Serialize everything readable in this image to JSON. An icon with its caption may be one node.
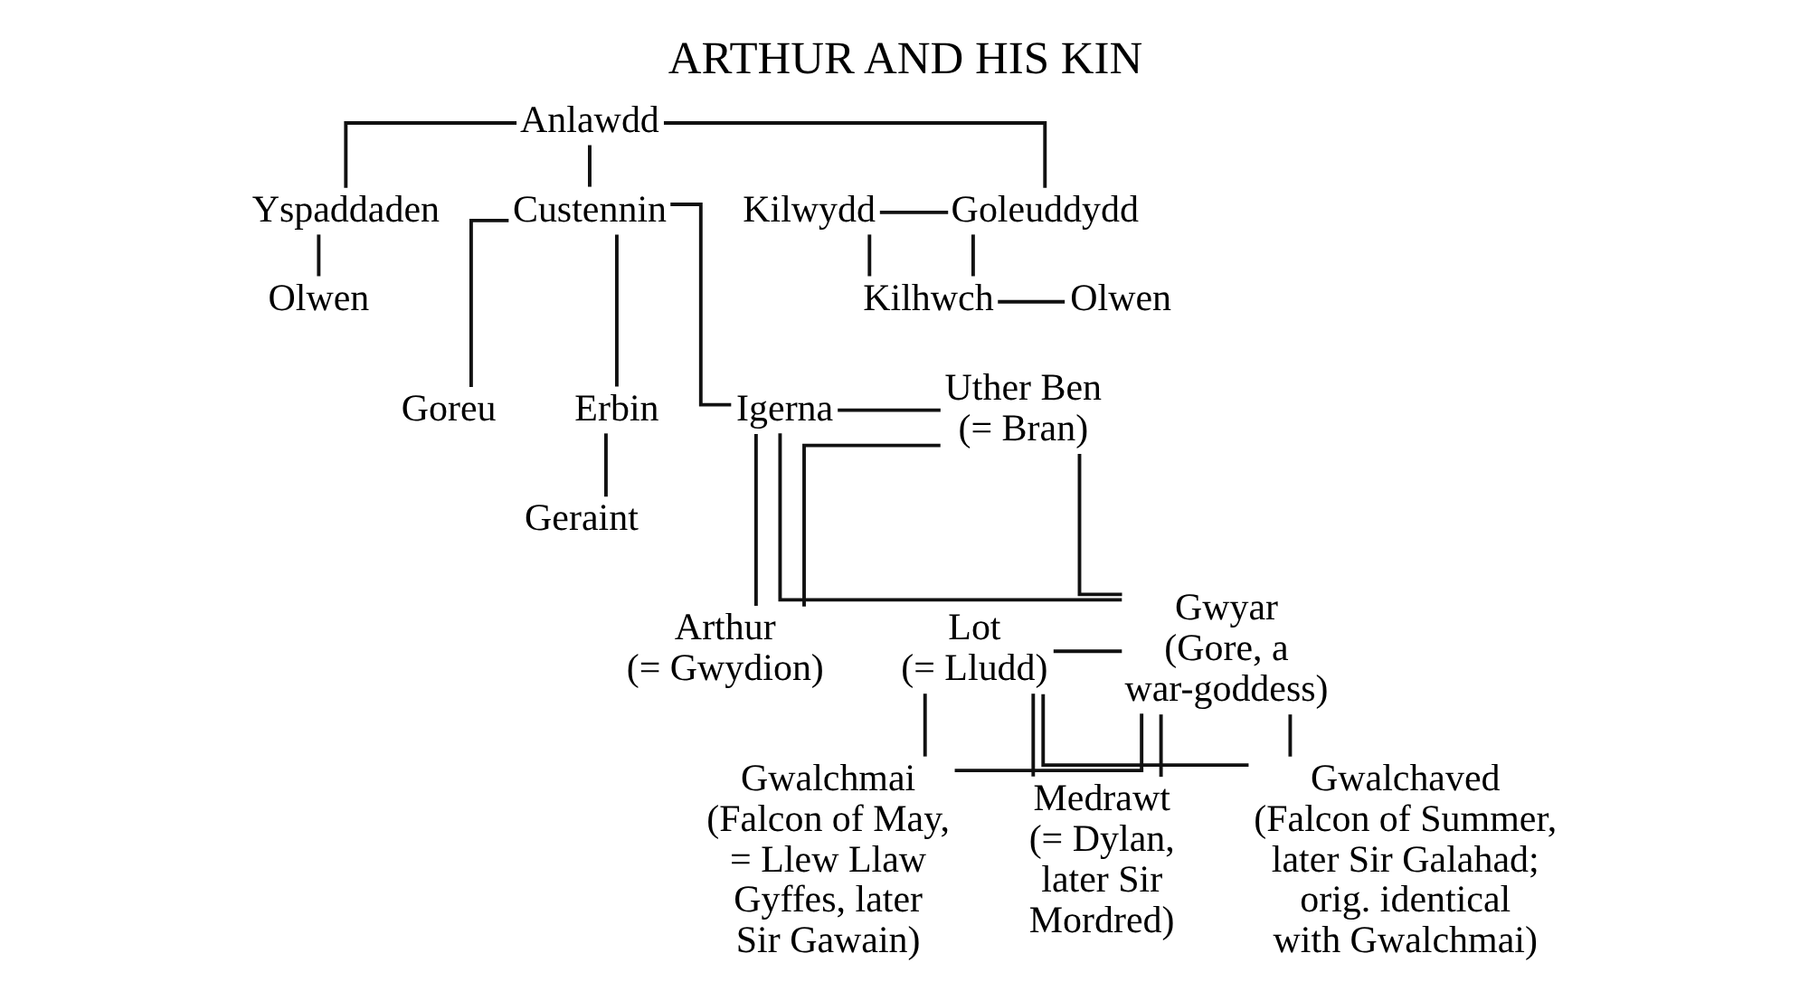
{
  "diagram": {
    "title": "ARTHUR AND HIS KIN",
    "nodes": [
      {
        "text": [
          "Anlawdd"
        ]
      },
      {
        "text": [
          "Yspaddaden"
        ]
      },
      {
        "text": [
          "Custennin"
        ]
      },
      {
        "text": [
          "Kilwydd"
        ]
      },
      {
        "text": [
          "Goleuddydd"
        ]
      },
      {
        "text": [
          "Olwen"
        ]
      },
      {
        "text": [
          "Kilhwch"
        ]
      },
      {
        "text": [
          "Olwen"
        ]
      },
      {
        "text": [
          "Goreu"
        ]
      },
      {
        "text": [
          "Erbin"
        ]
      },
      {
        "text": [
          "Igerna"
        ]
      },
      {
        "text": [
          "Uther Ben",
          "(= Bran)"
        ]
      },
      {
        "text": [
          "Geraint"
        ]
      },
      {
        "text": [
          "Arthur",
          "(= Gwydion)"
        ]
      },
      {
        "text": [
          "Lot",
          "(= Lludd)"
        ]
      },
      {
        "text": [
          "Gwyar",
          "(Gore, a war-goddess)"
        ]
      },
      {
        "text": [
          "Gwalchmai",
          "(Falcon of May, = Llew Llaw Gyffes, later Sir Gawain)"
        ]
      },
      {
        "text": [
          "Medrawt",
          "(= Dylan, later Sir Mordred)"
        ]
      },
      {
        "text": [
          "Gwalchaved",
          "(Falcon of Summer, later Sir Galahad; orig. identical with Gwalchmai)"
        ]
      }
    ],
    "edges": [
      {
        "from": 0,
        "to": 1,
        "arrow": "none"
      },
      {
        "from": 0,
        "to": 2,
        "arrow": "none"
      },
      {
        "from": 0,
        "to": 4,
        "arrow": "none"
      },
      {
        "from": 1,
        "to": 5,
        "arrow": "none"
      },
      {
        "from": 2,
        "to": 8,
        "arrow": "none"
      },
      {
        "from": 2,
        "to": 9,
        "arrow": "none"
      },
      {
        "from": 2,
        "to": 10,
        "arrow": "none"
      },
      {
        "from": 3,
        "to": 4,
        "arrow": "none"
      },
      {
        "from": 3,
        "to": 6,
        "arrow": "none"
      },
      {
        "from": 4,
        "to": 6,
        "arrow": "none"
      },
      {
        "from": 6,
        "to": 7,
        "arrow": "none"
      },
      {
        "from": 9,
        "to": 12,
        "arrow": "none"
      },
      {
        "from": 10,
        "to": 11,
        "arrow": "none"
      },
      {
        "from": 10,
        "to": 13,
        "arrow": "none"
      },
      {
        "from": 11,
        "to": 13,
        "arrow": "none"
      },
      {
        "from": 10,
        "to": 15,
        "arrow": "none"
      },
      {
        "from": 11,
        "to": 15,
        "arrow": "none"
      },
      {
        "from": 14,
        "to": 15,
        "arrow": "none"
      },
      {
        "from": 14,
        "to": 16,
        "arrow": "none"
      },
      {
        "from": 15,
        "to": 16,
        "arrow": "none"
      },
      {
        "from": 14,
        "to": 17,
        "arrow": "none"
      },
      {
        "from": 15,
        "to": 17,
        "arrow": "none"
      },
      {
        "from": 14,
        "to": 18,
        "arrow": "none"
      },
      {
        "from": 15,
        "to": 18,
        "arrow": "none"
      }
    ]
  }
}
